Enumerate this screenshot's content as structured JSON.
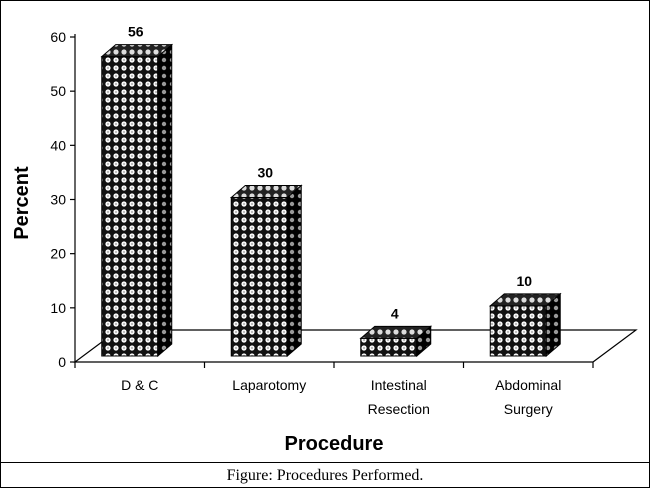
{
  "chart_data": {
    "type": "bar",
    "title": "",
    "xlabel": "Procedure",
    "ylabel": "Percent",
    "ylim": [
      0,
      60
    ],
    "yticks": [
      0,
      10,
      20,
      30,
      40,
      50,
      60
    ],
    "categories": [
      [
        "D & C"
      ],
      [
        "Laparotomy"
      ],
      [
        "Intestinal",
        "Resection"
      ],
      [
        "Abdominal",
        "Surgery"
      ]
    ],
    "values": [
      56,
      30,
      4,
      10
    ],
    "value_labels": [
      "56",
      "30",
      "4",
      "10"
    ],
    "style": "3d",
    "grid": false,
    "legend": "none"
  },
  "caption": "Figure: Procedures Performed."
}
